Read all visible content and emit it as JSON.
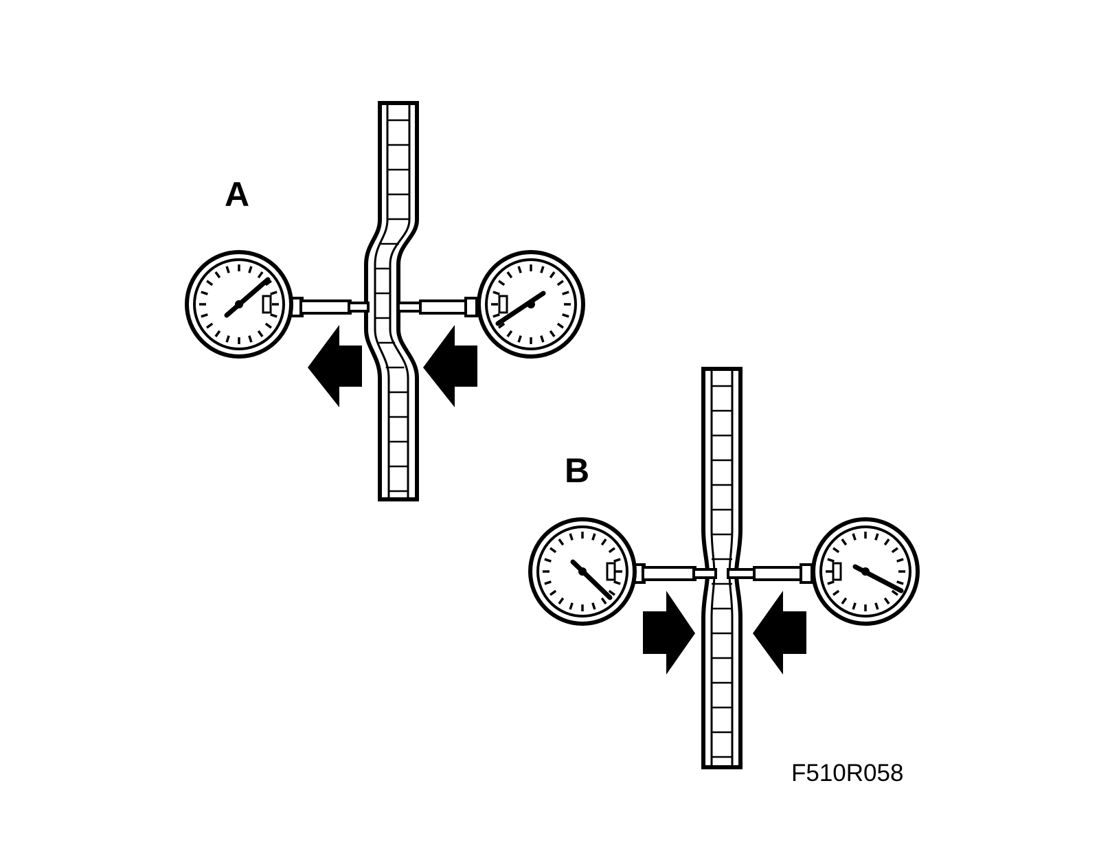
{
  "labels": {
    "a": "A",
    "b": "B",
    "figure_code": "F510R058"
  },
  "colors": {
    "ink": "#000000",
    "paper": "#ffffff"
  },
  "icons": {
    "gauge": "pressure-gauge-icon",
    "arrow": "solid-arrow-icon",
    "belt": "ribbed-belt-icon"
  }
}
